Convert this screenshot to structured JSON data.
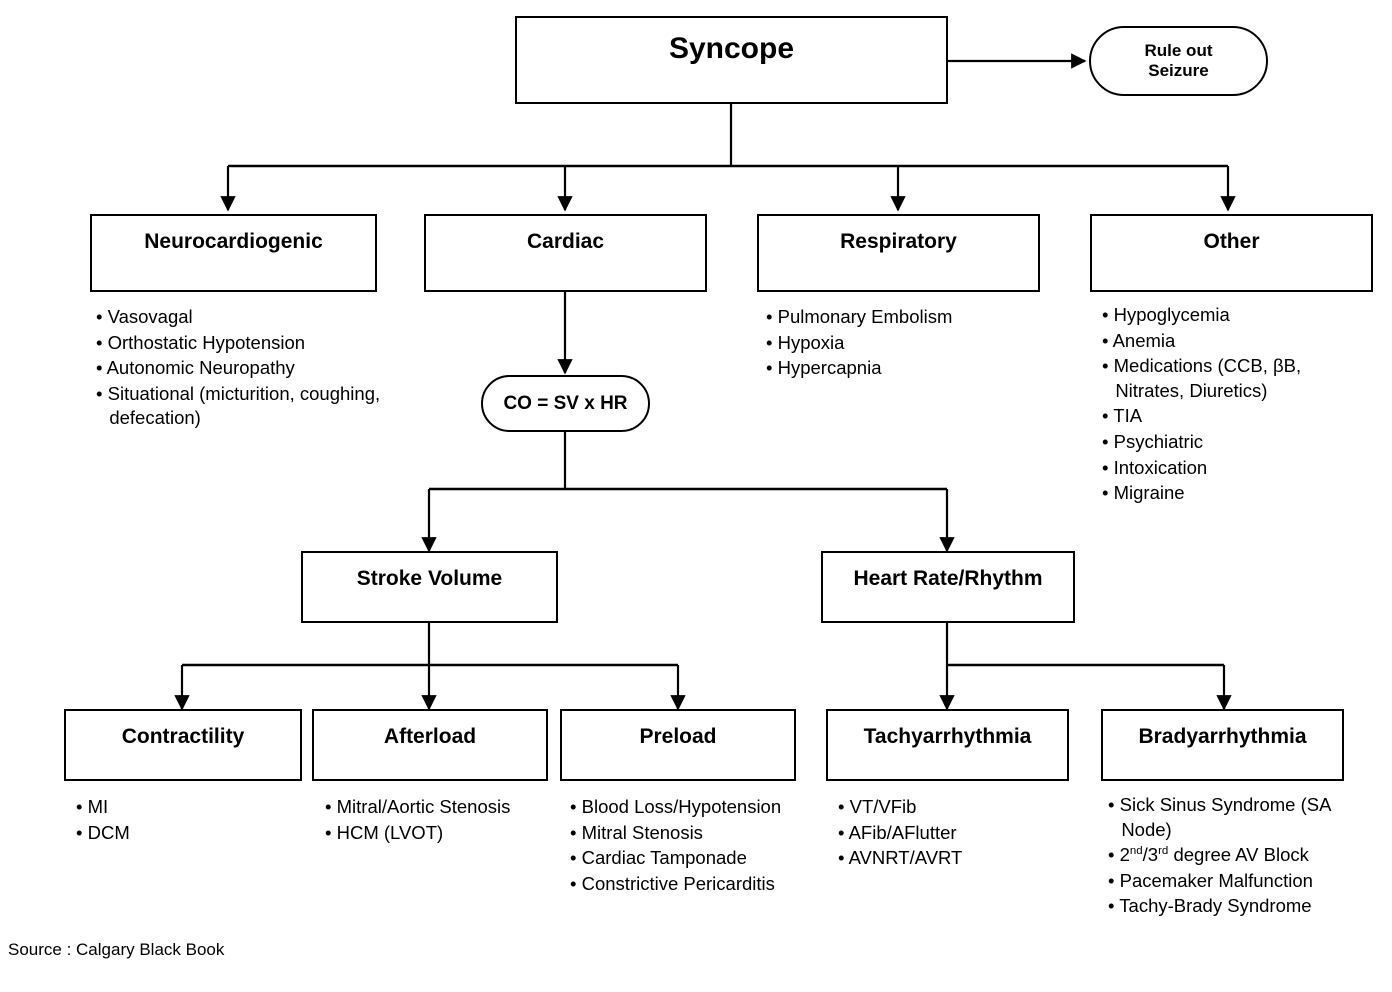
{
  "diagram": {
    "title": "Syncope",
    "source_caption": "Source : Calgary Black Book",
    "colors": {
      "stroke": "#000000",
      "background": "#ffffff",
      "text": "#000000"
    }
  },
  "nodes": {
    "root": {
      "label": "Syncope"
    },
    "rule_out": {
      "label_line1": "Rule out",
      "label_line2": "Seizure"
    },
    "neurocardiogenic": {
      "label": "Neurocardiogenic"
    },
    "cardiac": {
      "label": "Cardiac"
    },
    "respiratory": {
      "label": "Respiratory"
    },
    "other": {
      "label": "Other"
    },
    "co_formula": {
      "label": "CO = SV x HR"
    },
    "stroke_volume": {
      "label": "Stroke Volume"
    },
    "heart_rate": {
      "label": "Heart Rate/Rhythm"
    },
    "contractility": {
      "label": "Contractility"
    },
    "afterload": {
      "label": "Afterload"
    },
    "preload": {
      "label": "Preload"
    },
    "tachyarrhythmia": {
      "label": "Tachyarrhythmia"
    },
    "bradyarrhythmia": {
      "label": "Bradyarrhythmia"
    }
  },
  "bullet_lists": {
    "neurocardiogenic": [
      "• Vasovagal",
      "• Orthostatic Hypotension",
      "• Autonomic Neuropathy",
      "• Situational (micturition, coughing, defecation)"
    ],
    "respiratory": [
      "• Pulmonary Embolism",
      "• Hypoxia",
      "• Hypercapnia"
    ],
    "other": [
      "• Hypoglycemia",
      "• Anemia",
      "• Medications (CCB, βB, Nitrates, Diuretics)",
      "• TIA",
      "• Psychiatric",
      "• Intoxication",
      "• Migraine"
    ],
    "contractility": [
      "• MI",
      "• DCM"
    ],
    "afterload": [
      "• Mitral/Aortic Stenosis",
      "• HCM (LVOT)"
    ],
    "preload": [
      "• Blood Loss/Hypotension",
      "• Mitral Stenosis",
      "•  Cardiac Tamponade",
      "• Constrictive Pericarditis"
    ],
    "tachyarrhythmia": [
      "• VT/VFib",
      "• AFib/AFlutter",
      "• AVNRT/AVRT"
    ],
    "bradyarrhythmia": [
      "• Sick Sinus Syndrome (SA Node)",
      "• 2nd/3rd degree AV Block",
      "• Pacemaker Malfunction",
      "• Tachy-Brady Syndrome"
    ]
  },
  "bradyarrhythmia_ordinal_item": {
    "prefix": "• 2",
    "sup1": "nd",
    "mid": "/3",
    "sup2": "rd",
    "suffix": " degree AV Block"
  }
}
